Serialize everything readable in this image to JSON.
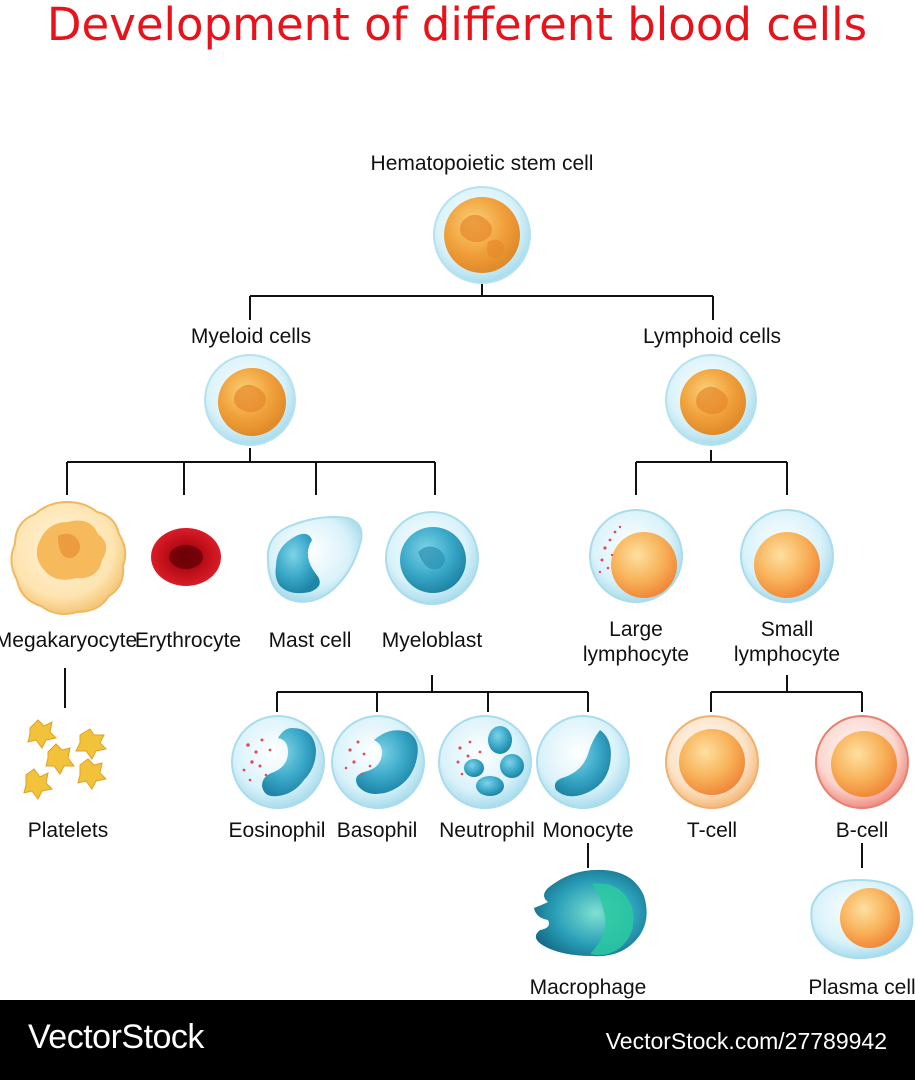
{
  "title": "Development of different blood cells",
  "colors": {
    "title": "#e8121a",
    "cell_membrane": "#cfeef7",
    "stem_nucleus": "#f0a03a",
    "lymph_nucleus": "#f8b23a",
    "erythrocyte": "#c8101a",
    "granulocyte_nucleus": "#3aa8c8",
    "granules": "#e24b5a",
    "platelet": "#f2c23a",
    "bcell_membrane": "#f3b6a8"
  },
  "nodes": {
    "stem": "Hematopoietic stem cell",
    "myeloid": "Myeloid cells",
    "lymphoid": "Lymphoid cells",
    "megakaryocyte": "Megakaryocyte",
    "erythrocyte": "Erythrocyte",
    "mast": "Mast cell",
    "myeloblast": "Myeloblast",
    "large_lymph_1": "Large",
    "large_lymph_2": "lymphocyte",
    "small_lymph_1": "Small",
    "small_lymph_2": "lymphocyte",
    "platelets": "Platelets",
    "eosinophil": "Eosinophil",
    "basophil": "Basophil",
    "neutrophil": "Neutrophil",
    "monocyte": "Monocyte",
    "tcell": "T-cell",
    "bcell": "B-cell",
    "macrophage": "Macrophage",
    "plasma": "Plasma cell"
  },
  "footer": {
    "brand": "VectorStock",
    "image_id": "VectorStock.com/27789942"
  }
}
